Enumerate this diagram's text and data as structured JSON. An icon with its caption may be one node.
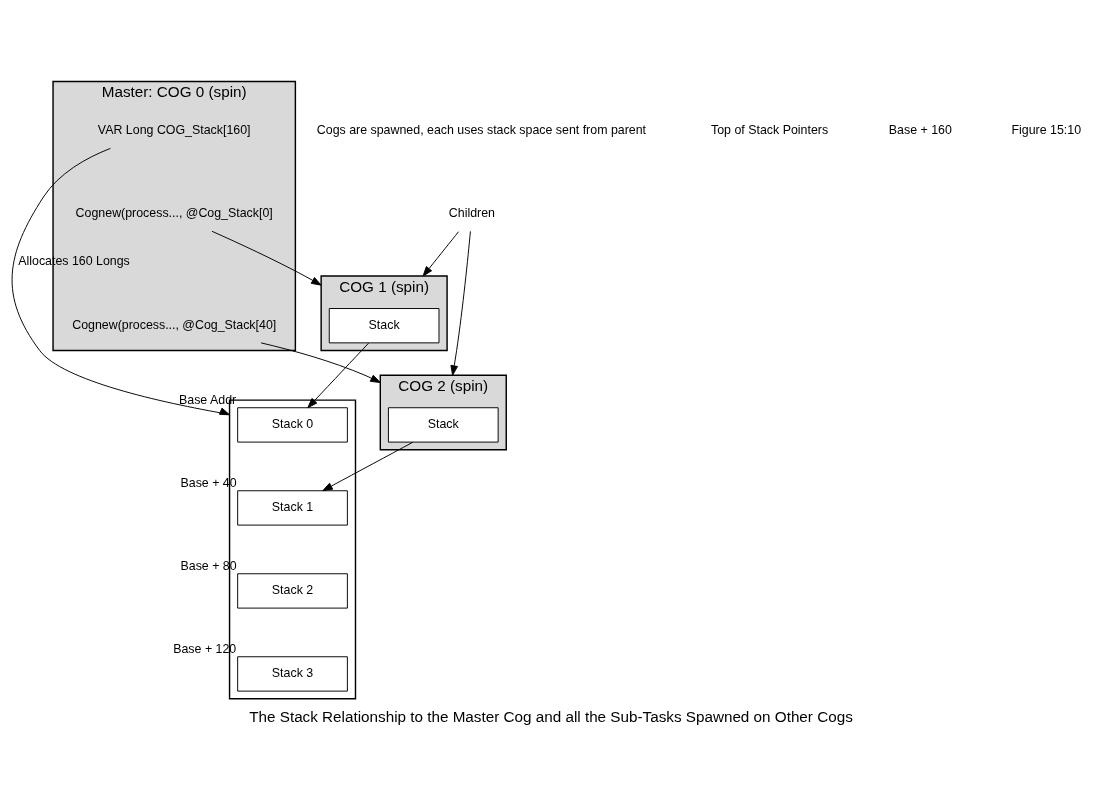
{
  "diagram": {
    "caption": "The Stack Relationship to the Master Cog and all the Sub-Tasks Spawned on Other Cogs",
    "nodes": [
      {
        "text": [
          "Master: COG 0 (spin)"
        ]
      },
      {
        "text": [
          "VAR Long COG_Stack[160]"
        ],
        "in": 0
      },
      {
        "text": [
          "Cognew(process..., @Cog_Stack[0]"
        ],
        "in": 0
      },
      {
        "text": [
          "Cognew(process..., @Cog_Stack[40]"
        ],
        "in": 0
      },
      {
        "text": [],
        "shape": "box"
      },
      {
        "text": [
          "Stack 0"
        ],
        "in": 4,
        "beside": [
          "Base Addr"
        ]
      },
      {
        "text": [
          "Stack 1"
        ],
        "in": 4,
        "beside": [
          "Base + 40"
        ]
      },
      {
        "text": [
          "Stack 2"
        ],
        "in": 4,
        "beside": [
          "Base + 80"
        ]
      },
      {
        "text": [
          "Stack 3"
        ],
        "in": 4,
        "beside": [
          "Base + 120"
        ]
      },
      {
        "text": [
          "COG 1 (spin)"
        ]
      },
      {
        "text": [
          "Stack"
        ],
        "in": 9
      },
      {
        "text": [
          "COG 2 (spin)"
        ]
      },
      {
        "text": [
          "Stack"
        ],
        "in": 11
      },
      {
        "text": [
          "Children"
        ]
      }
    ],
    "edges": [
      {
        "from": 1,
        "to": 4,
        "arrow": "to",
        "label": "Allocates 160 Longs"
      },
      {
        "from": 2,
        "to": 9,
        "arrow": "to"
      },
      {
        "from": 3,
        "to": 11,
        "arrow": "to"
      },
      {
        "from": 13,
        "to": 9,
        "arrow": "to"
      },
      {
        "from": 13,
        "to": 11,
        "arrow": "to"
      },
      {
        "from": 12,
        "to": 6,
        "arrow": "to"
      },
      {
        "from": 10,
        "to": 5,
        "arrow": "to"
      }
    ],
    "labels": [
      "Cogs are spawned, each uses stack space sent from parent",
      "Top of Stack Pointers",
      "Base + 160",
      "Figure 15:10"
    ]
  }
}
